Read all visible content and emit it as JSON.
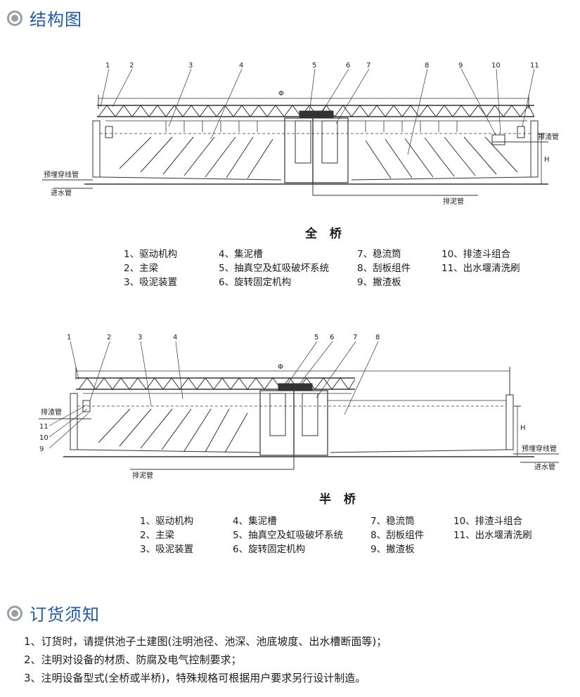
{
  "sections": {
    "structure_title": "结构图",
    "ordering_title": "订货须知"
  },
  "full_bridge": {
    "caption": "全  桥",
    "callouts": [
      "1",
      "2",
      "3",
      "4",
      "5",
      "6",
      "7",
      "8",
      "9",
      "10",
      "11"
    ],
    "phi": "Φ",
    "h": "H",
    "pipe_labels": {
      "slag_pipe": "排渣管",
      "conduit": "预埋穿线管",
      "inlet": "进水管",
      "sludge": "排泥管"
    },
    "legend": [
      [
        "1、驱动机构",
        "4、集泥槽",
        "7、稳流筒",
        "10、排渣斗组合"
      ],
      [
        "2、主梁",
        "5、抽真空及虹吸破坏系统",
        "8、刮板组件",
        "11、出水堰清洗刷"
      ],
      [
        "3、吸泥装置",
        "6、旋转固定机构",
        "9、撇渣板",
        ""
      ]
    ]
  },
  "half_bridge": {
    "caption": "半  桥",
    "callouts": [
      "1",
      "2",
      "3",
      "4",
      "5",
      "6",
      "7",
      "8",
      "11",
      "10",
      "9"
    ],
    "phi": "Φ",
    "h": "H",
    "pipe_labels": {
      "slag_pipe": "排渣管",
      "conduit": "预埋穿线管",
      "inlet": "进水管",
      "sludge": "排泥管"
    },
    "legend": [
      [
        "1、驱动机构",
        "4、集泥槽",
        "7、稳流筒",
        "10、排渣斗组合"
      ],
      [
        "2、主梁",
        "5、抽真空及虹吸破坏系统",
        "8、刮板组件",
        "11、出水堰清洗刷"
      ],
      [
        "3、吸泥装置",
        "6、旋转固定机构",
        "9、撇渣板",
        ""
      ]
    ]
  },
  "notes": [
    "1、订货时，请提供池子土建图(注明池径、池深、池底坡度、出水槽断面等)；",
    "2、注明对设备的材质、防腐及电气控制要求；",
    "3、注明设备型式(全桥或半桥)，特殊规格可根据用户要求另行设计制造。"
  ]
}
